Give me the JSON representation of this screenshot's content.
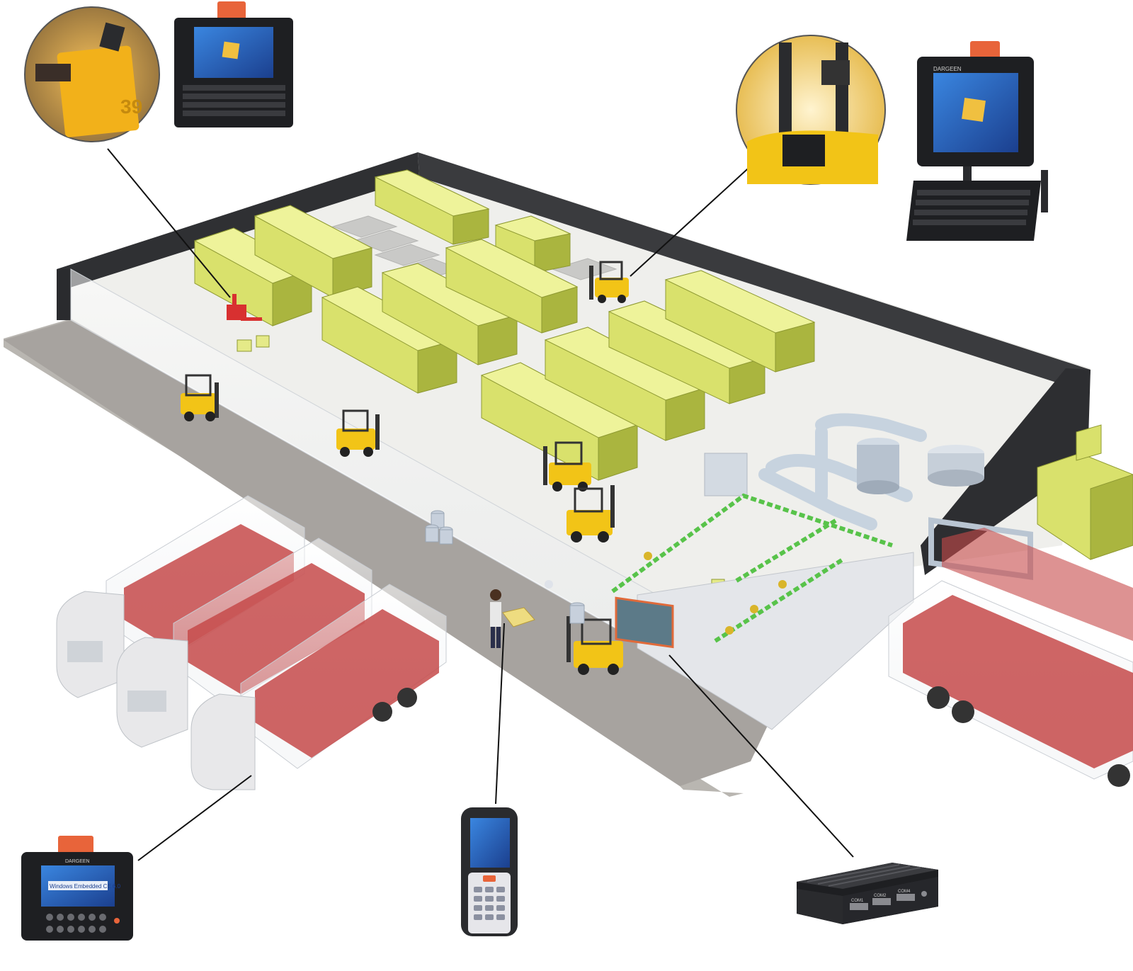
{
  "brand": "DARGEEN",
  "os_label": "Windows Embedded CE 6.0",
  "io_ports": [
    "COM1",
    "COM2",
    "COM4"
  ],
  "colors": {
    "wall": "#2f3033",
    "floor": "#f0f0ee",
    "road": "#a3a09c",
    "pallet": "#d8e06a",
    "pallet_dark": "#9aa63a",
    "forklift": "#f2c417",
    "cargo": "#c94848",
    "truck": "#e8e8ea",
    "pipe": "#c8d4e0",
    "conveyor": "#58c34a",
    "device": "#1e1f22",
    "screen": "#2a64c8",
    "beacon": "#e8643a"
  },
  "icons": {
    "vehicle_terminal_keyboard": "vehicle-terminal-keyboard-icon",
    "vehicle_terminal_arm": "vehicle-terminal-arm-icon",
    "vehicle_terminal_keypad": "vehicle-terminal-keypad-icon",
    "handheld": "handheld-scanner-icon",
    "box_pc": "fanless-box-pc-icon"
  }
}
